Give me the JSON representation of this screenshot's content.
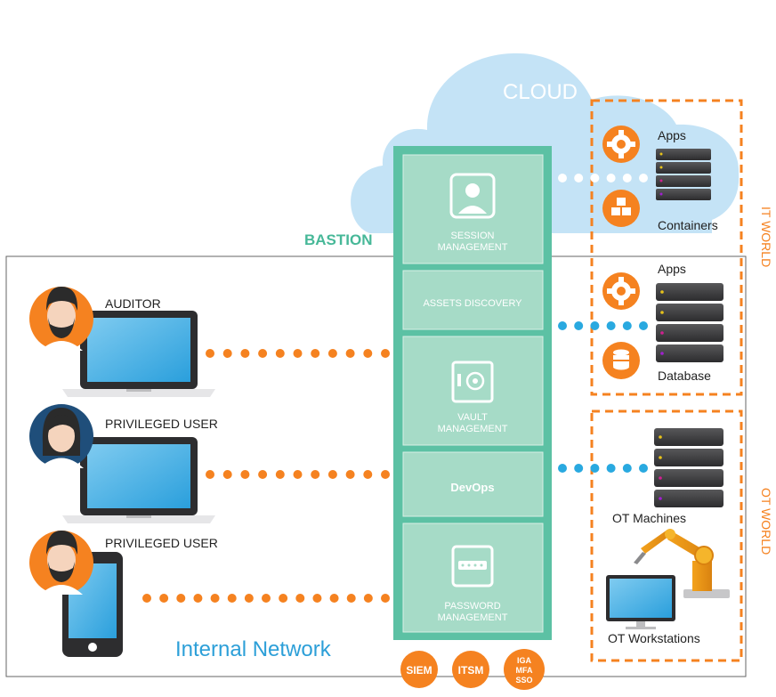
{
  "cloud": {
    "label": "CLOUD"
  },
  "bastion": {
    "title": "BASTION",
    "modules": [
      {
        "line1": "SESSION",
        "line2": "MANAGEMENT",
        "icon": "session-user-icon"
      },
      {
        "line1": "ASSETS DISCOVERY",
        "icon": ""
      },
      {
        "line1": "VAULT",
        "line2": "MANAGEMENT",
        "icon": "vault-safe-icon"
      },
      {
        "line1": "DevOps",
        "icon": ""
      },
      {
        "line1": "PASSWORD",
        "line2": "MANAGEMENT",
        "icon": "password-keypad-icon"
      }
    ],
    "integrations": [
      {
        "label": "SIEM"
      },
      {
        "label": "ITSM"
      },
      {
        "line1": "IGA",
        "line2": "MFA",
        "line3": "SSO"
      }
    ]
  },
  "internal_network": {
    "label": "Internal Network"
  },
  "users": [
    {
      "label": "AUDITOR",
      "device": "laptop",
      "avatar": "male-bearded-avatar"
    },
    {
      "label": "PRIVILEGED USER",
      "device": "laptop",
      "avatar": "female-avatar"
    },
    {
      "label": "PRIVILEGED USER",
      "device": "phone",
      "avatar": "male-bearded-avatar"
    }
  ],
  "it_world": {
    "label": "IT WORLD",
    "cloud_group": {
      "apps": "Apps",
      "containers": "Containers"
    },
    "internal_group": {
      "apps": "Apps",
      "database": "Database"
    }
  },
  "ot_world": {
    "label": "OT WORLD",
    "machines": "OT Machines",
    "workstations": "OT Workstations"
  },
  "colors": {
    "orange": "#f58220",
    "teal": "#5cc1a4",
    "teal_light": "#a8dcc8",
    "cloud_blue": "#bfe1f5",
    "dot_blue": "#29a9e0",
    "server_dark": "#3a3a3c"
  }
}
